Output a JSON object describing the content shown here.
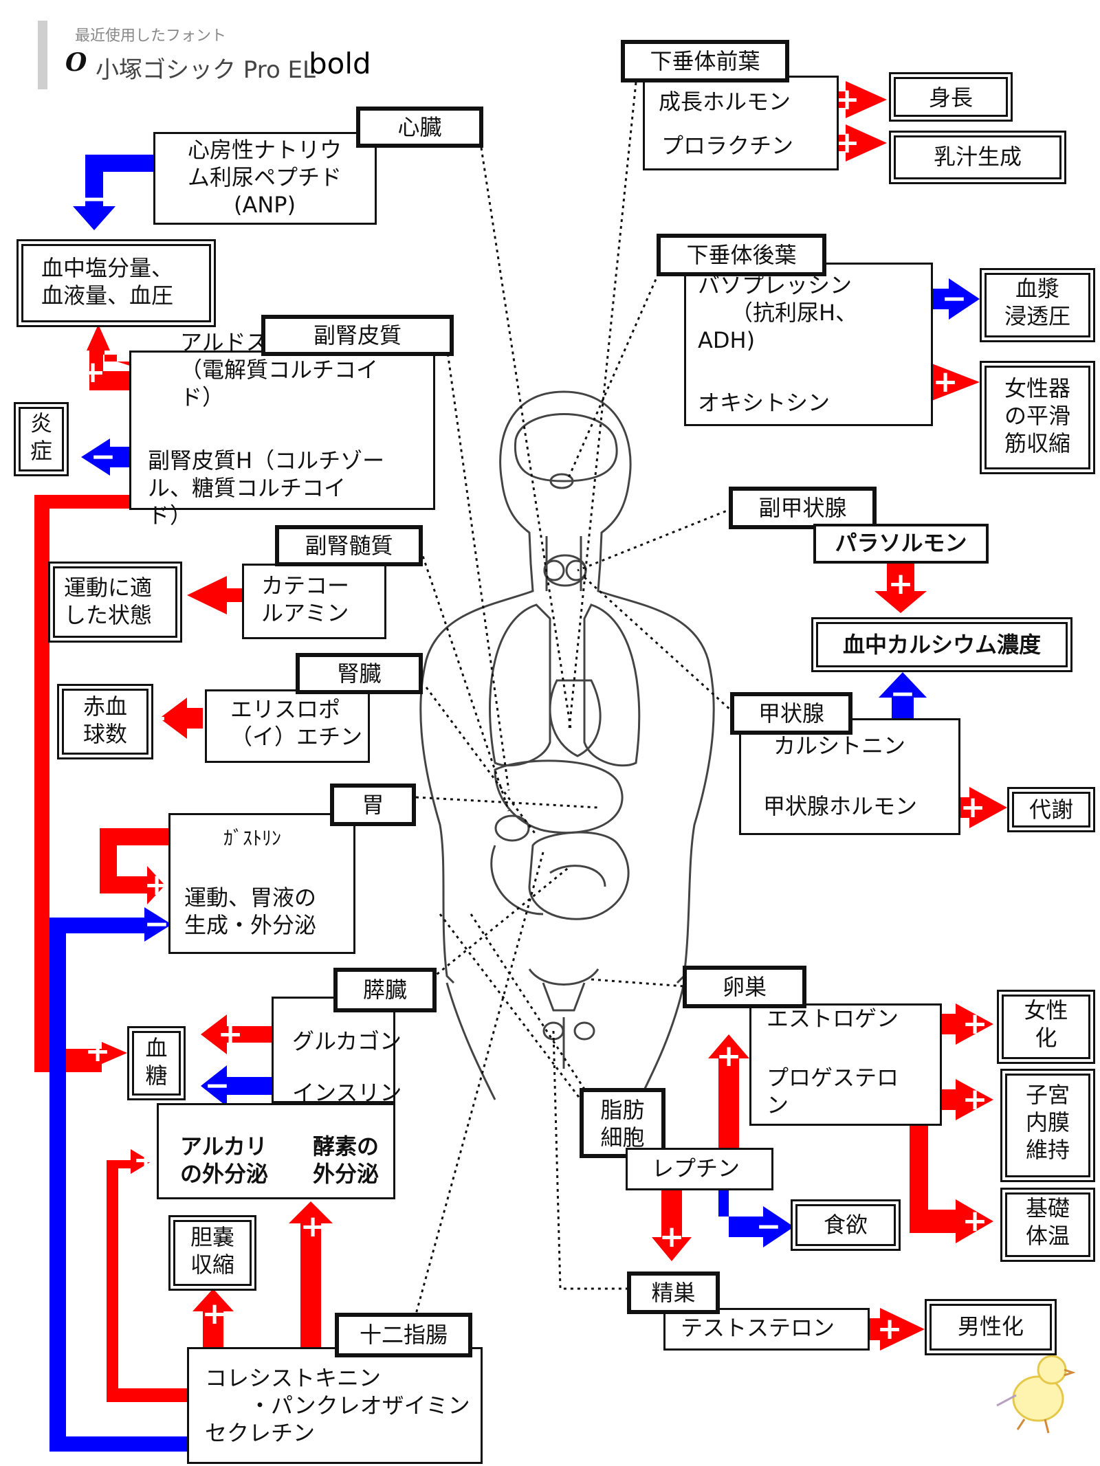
{
  "font_chip": {
    "top_text": "最近使用したフォント",
    "glyph": "O",
    "font_name": "小塚ゴシック Pro EL",
    "style": "bold"
  },
  "colors": {
    "stimulate": "#ff0000",
    "inhibit": "#0000ff",
    "line": "#111111"
  },
  "signs": {
    "plus": "+",
    "minus": "−"
  },
  "organs": {
    "heart": "心臓",
    "adrenal_cortex": "副腎皮質",
    "adrenal_medulla": "副腎髄質",
    "kidney": "腎臓",
    "stomach": "胃",
    "pancreas": "膵臓",
    "duodenum": "十二指腸",
    "anterior_pituitary": "下垂体前葉",
    "posterior_pituitary": "下垂体後葉",
    "parathyroid": "副甲状腺",
    "thyroid": "甲状腺",
    "ovary": "卵巣",
    "fat_cell": "脂肪\n細胞",
    "testis": "精巣"
  },
  "hormones": {
    "anp": "心房性ナトリウ\nム利尿ペプチド\n(ANP)",
    "aldosterone": "アルドステロン\n（電解質コルチコイ\nド）",
    "cortisol": "副腎皮質H（コルチゾー\nル、糖質コルチコイ\nド）",
    "catecholamine": "カテコー\nルアミン",
    "erythropoietin": "エリスロポ\n（イ）エチン",
    "gastrin": "ｶﾞｽﾄﾘﾝ",
    "glucagon": "グルカゴン",
    "insulin": "インスリン",
    "alkali": "アルカリ\nの外分泌",
    "enzyme": "酵素の\n外分泌",
    "cck": "コレシストキニン\n　　・パンクレオザイミン\nセクレチン",
    "gh": "成長ホルモン",
    "prolactin": "プロラクチン",
    "vasopressin": "バソプレッシン\n　　（抗利尿H、\nADH)",
    "oxytocin": "オキシトシン",
    "parathormone": "パラソルモン",
    "calcitonin": "カルシトニン",
    "thyroid_hormone": "甲状腺ホルモン",
    "estrogen": "エストロゲン",
    "progesterone": "プロゲステロ\nン",
    "leptin": "レプチン",
    "testosterone": "テストステロン"
  },
  "effects": {
    "blood_salt": "血中塩分量、\n血液量、血圧",
    "inflammation": "炎\n症",
    "exercise_state": "運動に適\nした状態",
    "rbc": "赤血\n球数",
    "gastric": "運動、胃液の\n生成・外分泌",
    "blood_sugar": "血\n糖",
    "gallbladder": "胆嚢\n収縮",
    "height": "身長",
    "lactation": "乳汁生成",
    "plasma_osm": "血漿\n浸透圧",
    "smooth_muscle": "女性器\nの平滑\n筋収縮",
    "blood_calcium": "血中カルシウム濃度",
    "metabolism": "代謝",
    "feminization": "女性\n化",
    "endometrium": "子宮\n内膜\n維持",
    "basal_temp": "基礎\n体温",
    "appetite": "食欲",
    "masculinization": "男性化"
  }
}
